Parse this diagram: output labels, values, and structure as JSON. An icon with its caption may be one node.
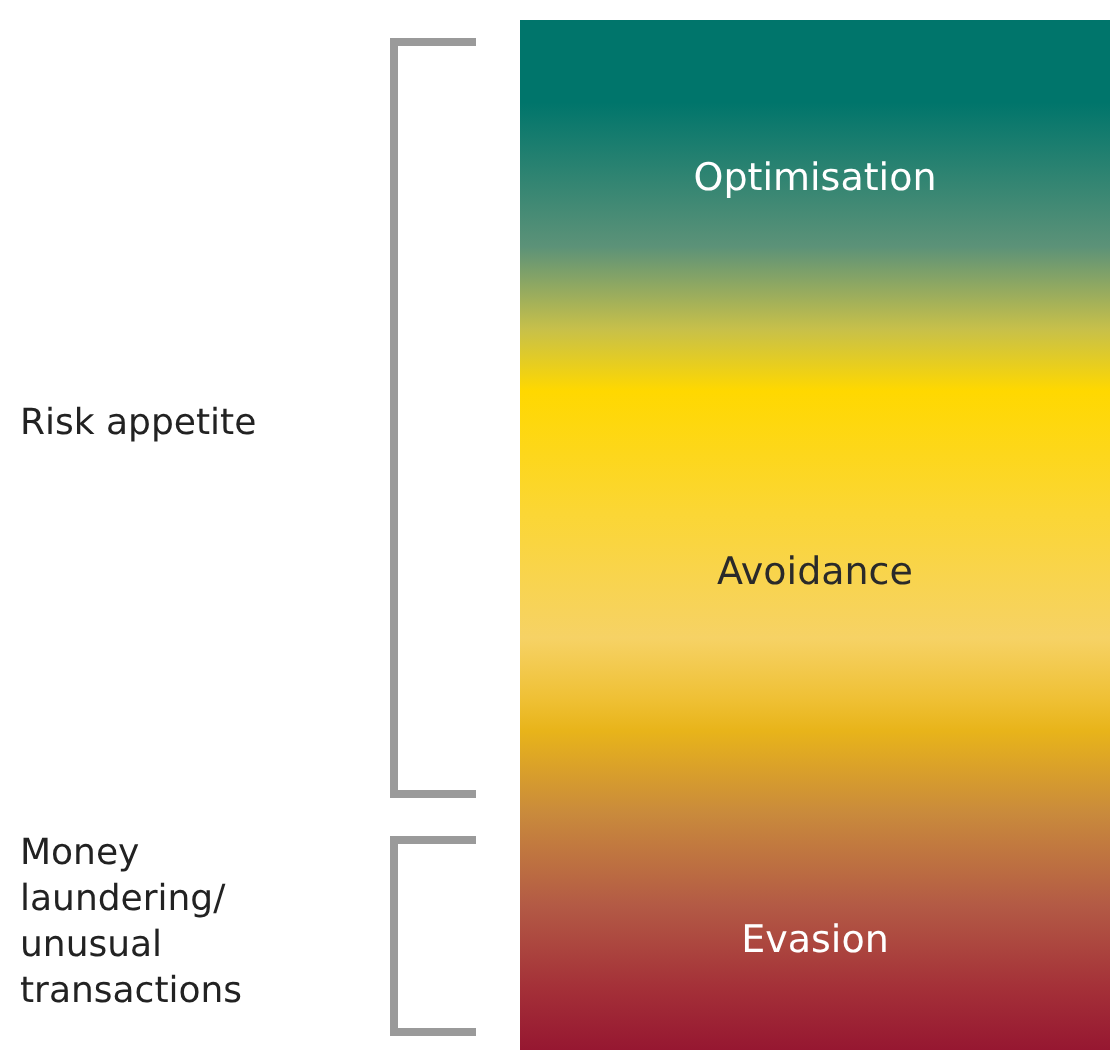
{
  "diagram": {
    "nodes": [
      {
        "text": [
          "Optimisation",
          "Avoidance",
          "Evasion"
        ]
      }
    ],
    "labels": [
      "Risk appetite",
      "Money laundering/ unusual transactions"
    ]
  }
}
